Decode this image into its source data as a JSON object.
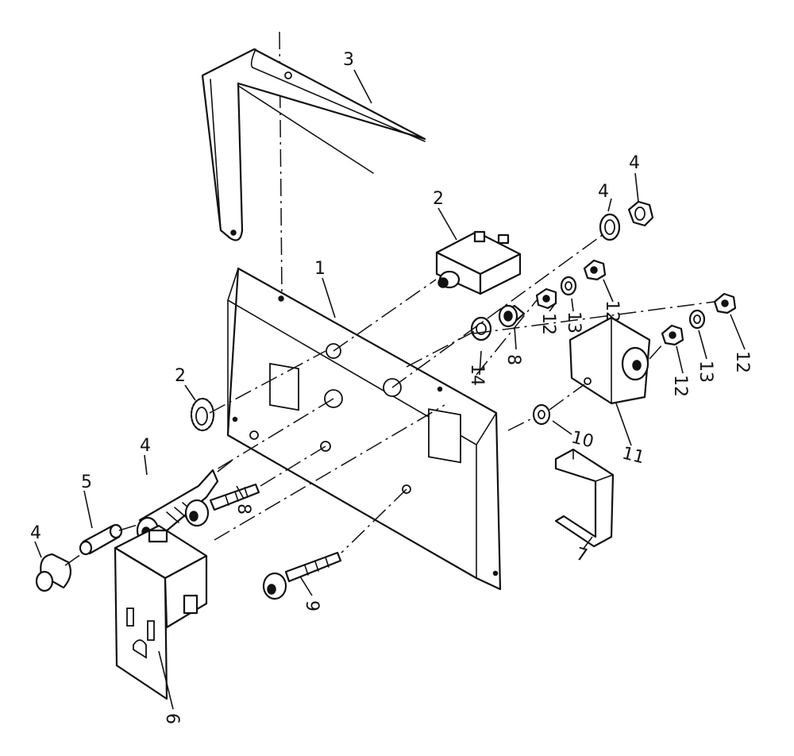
{
  "callouts": {
    "c1": "1",
    "c2_switch": "2",
    "c2_ring": "2",
    "c3": "3",
    "c4_washer": "4",
    "c4_nut": "4",
    "c4_holder": "4",
    "c4_cap": "4",
    "c5": "5",
    "c6": "6",
    "c7": "7",
    "c8_bushing": "8",
    "c8_screw": "8",
    "c9": "9",
    "c10": "10",
    "c11": "11",
    "c12_a": "12",
    "c12_b": "12",
    "c12_c": "12",
    "c12_d": "12",
    "c13_a": "13",
    "c13_b": "13",
    "c14": "14"
  }
}
